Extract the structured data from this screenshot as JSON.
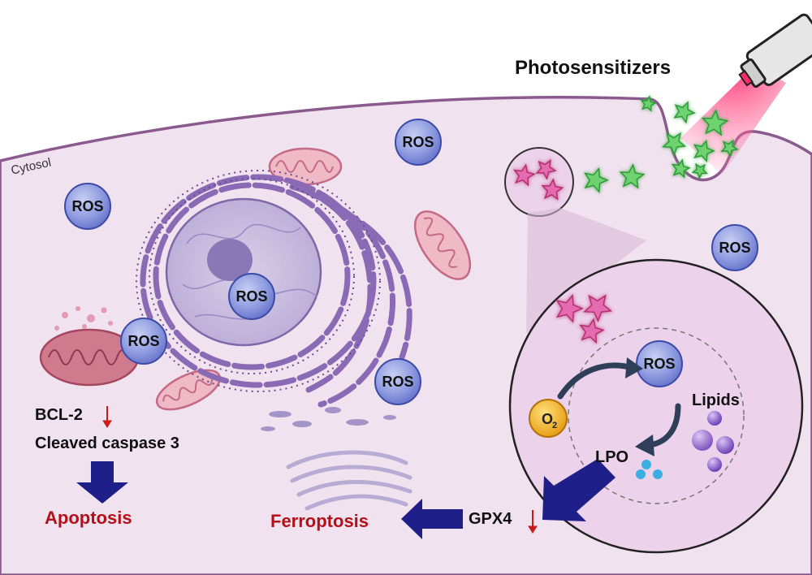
{
  "labels": {
    "photosensitizers": "Photosensitizers",
    "cytosol": "Cytosol",
    "ros": "ROS",
    "bcl2": "BCL-2",
    "cleaved_caspase": "Cleaved caspase 3",
    "apoptosis": "Apoptosis",
    "ferroptosis": "Ferroptosis",
    "gpx4": "GPX4",
    "lipids": "Lipids",
    "lpo": "LPO",
    "o2_main": "O",
    "o2_sub": "2"
  },
  "colors": {
    "cell_fill": "#f1e2f0",
    "membrane": "#8a5a8e",
    "ros_fill": "#8e9be0",
    "ros_stroke": "#3c4aa8",
    "arrow_navy": "#1f1f8a",
    "down_arrow_red": "#cc1a1a",
    "death_label_red": "#b3101a",
    "green_star": "#6ed36e",
    "pink_star": "#e66ab0",
    "mito_pink": "#e7a3b5",
    "er_purple": "#8a6ab4",
    "o2_fill": "#f3b52a",
    "lpo_dot": "#3aaee0",
    "lipid_purple": "#8a5ccc"
  }
}
